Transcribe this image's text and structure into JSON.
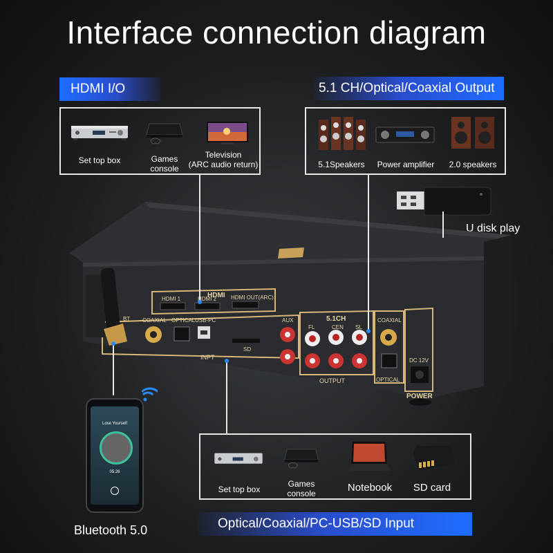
{
  "title": "Interface connection diagram",
  "hdmi_section": {
    "banner": "HDMI I/O",
    "items": [
      {
        "label": "Set top box",
        "icon": "set-top-box-icon"
      },
      {
        "label": "Games",
        "label2": "console",
        "icon": "game-console-icon"
      },
      {
        "label": "Television",
        "label2": "(ARC audio return)",
        "icon": "television-icon"
      }
    ]
  },
  "output_section": {
    "banner": "5.1 CH/Optical/Coaxial Output",
    "items": [
      {
        "label": "5.1Speakers",
        "icon": "speakers-51-icon"
      },
      {
        "label": "Power amplifier",
        "icon": "power-amplifier-icon"
      },
      {
        "label": "2.0 speakers",
        "icon": "speakers-20-icon"
      }
    ]
  },
  "usb_disk": {
    "label": "U disk play",
    "icon": "usb-flash-drive-icon"
  },
  "bluetooth": {
    "label": "Bluetooth 5.0",
    "icon": "smartphone-icon",
    "phone_song": "Lose Yourself",
    "phone_time": "05:26"
  },
  "input_section": {
    "banner": "Optical/Coaxial/PC-USB/SD Input",
    "items": [
      {
        "label": "Set top box",
        "icon": "set-top-box-icon"
      },
      {
        "label": "Games",
        "label2": "console",
        "icon": "game-console-icon"
      },
      {
        "label": "Notebook",
        "icon": "notebook-icon"
      },
      {
        "label": "SD card",
        "icon": "sd-card-icon"
      }
    ]
  },
  "device_panel": {
    "hdmi_title": "HDMI",
    "hdmi_ports": [
      "HDMI 1",
      "HDMI 2",
      "HDMI OUT(ARC)"
    ],
    "bt": "BT",
    "coaxial": "COAXIAL",
    "optical": "OPTICAL",
    "usb_pc": "USB-PC",
    "input_label": "INPT",
    "sd": "SD",
    "aux": "AUX",
    "ch51": "5.1CH",
    "fl": "FL",
    "cen": "CEN",
    "sl": "SL",
    "output_label": "OUTPUT",
    "out_coaxial": "COAXIAL",
    "out_optical": "OPTICAL",
    "dc": "DC 12V",
    "power": "POWER"
  }
}
